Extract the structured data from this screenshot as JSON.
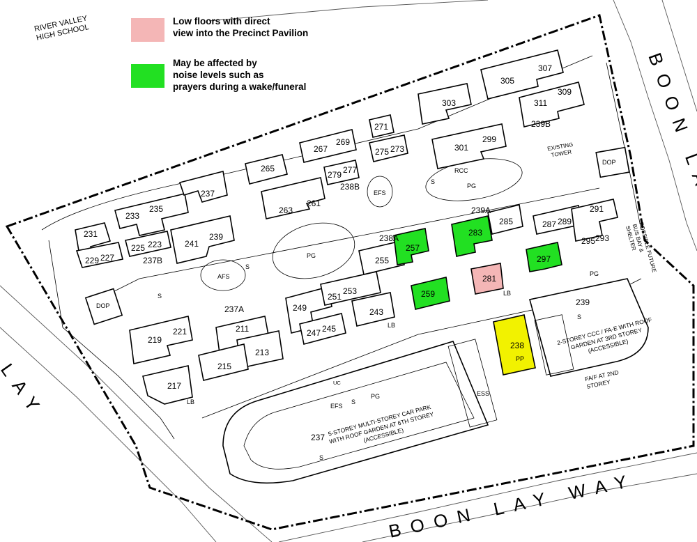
{
  "colors": {
    "pink": "#f4b6b6",
    "green": "#22e022",
    "yellow": "#f2f200"
  },
  "legend": [
    {
      "color": "#f4b6b6",
      "text": "Low floors with direct\nview into the Precinct Pavilion"
    },
    {
      "color": "#22e022",
      "text": "May be affected by\nnoise levels such as\nprayers during a wake/funeral"
    }
  ],
  "places": {
    "school": "RIVER VALLEY\nHIGH SCHOOL",
    "road_east": "BOON LAY DR.",
    "road_south": "BOON LAY WAY",
    "road_west": "LAY",
    "bus_bay": "POSSIBLE FUTURE\nBUS BAY & SHELTER",
    "existing_tower": "EXISTING\nTOWER",
    "carpark": "5-STOREY MULTI-STOREY CAR PARK\nWITH ROOF GARDEN AT 6TH STOREY\n(ACCESSIBLE)",
    "ccc": "2-STOREY CCC / FA-E WITH ROOF\nGARDEN AT 3RD STOREY\n(ACCESSIBLE)",
    "fae": "FA/F AT 2ND\nSTOREY"
  },
  "blocks": {
    "b231": "231",
    "b229": "229",
    "b227": "227",
    "b233": "233",
    "b235": "235",
    "b225": "225",
    "b223": "223",
    "b237b": "237B",
    "b237": "237",
    "b241": "241",
    "b239": "239",
    "b265": "265",
    "b263": "263",
    "b261": "261",
    "b267": "267",
    "b269": "269",
    "b279": "279",
    "b277": "277",
    "b238b": "238B",
    "b271": "271",
    "b275": "275",
    "b273": "273",
    "b303": "303",
    "b301": "301",
    "b299": "299",
    "b305": "305",
    "b307": "307",
    "b311": "311",
    "b309": "309",
    "b239b": "239B",
    "b255": "255",
    "b257": "257",
    "b238a": "238A",
    "b283": "283",
    "b285": "285",
    "b239a": "239A",
    "b287": "287",
    "b289": "289",
    "b291": "291",
    "b295": "295",
    "b293": "293",
    "b297": "297",
    "b281": "281",
    "b259": "259",
    "b249": "249",
    "b251": "251",
    "b253": "253",
    "b247": "247",
    "b245": "245",
    "b243": "243",
    "b237a": "237A",
    "b211": "211",
    "b213": "213",
    "b219": "219",
    "b221": "221",
    "b215": "215",
    "b217": "217",
    "b238": "238",
    "pp": "PP",
    "b239c": "239",
    "b237c": "237",
    "ess": "ESS"
  },
  "facilities": {
    "efs1": "EFS",
    "s1": "S",
    "pg1": "PG",
    "rcc": "RCC",
    "afs": "AFS",
    "s2": "S",
    "s3": "S",
    "pg2": "PG",
    "dop1": "DOP",
    "dop2": "DOP",
    "lb1": "LB",
    "lb2": "LB",
    "lb3": "LB",
    "pg3": "PG",
    "s4": "S",
    "uc": "UC",
    "efs2": "EFS",
    "s5": "S",
    "pg4": "PG",
    "s6": "S"
  }
}
